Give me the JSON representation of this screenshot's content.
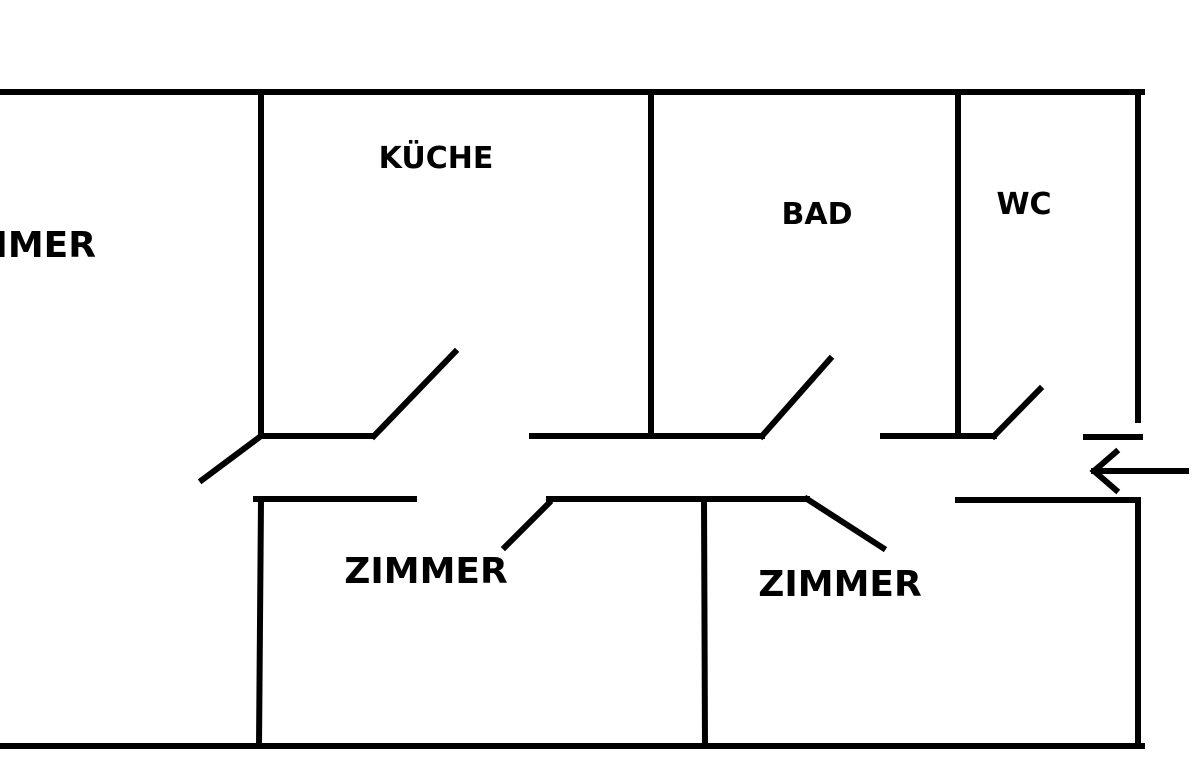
{
  "rooms": {
    "left_room": "IMMER",
    "kitchen": "KÜCHE",
    "bath": "BAD",
    "toilet": "WC",
    "room_lower_left": "ZIMMER",
    "room_lower_right": "ZIMMER"
  },
  "icons": {
    "entrance": "arrow-left-icon"
  },
  "colors": {
    "ink": "#000000",
    "background": "#ffffff"
  }
}
